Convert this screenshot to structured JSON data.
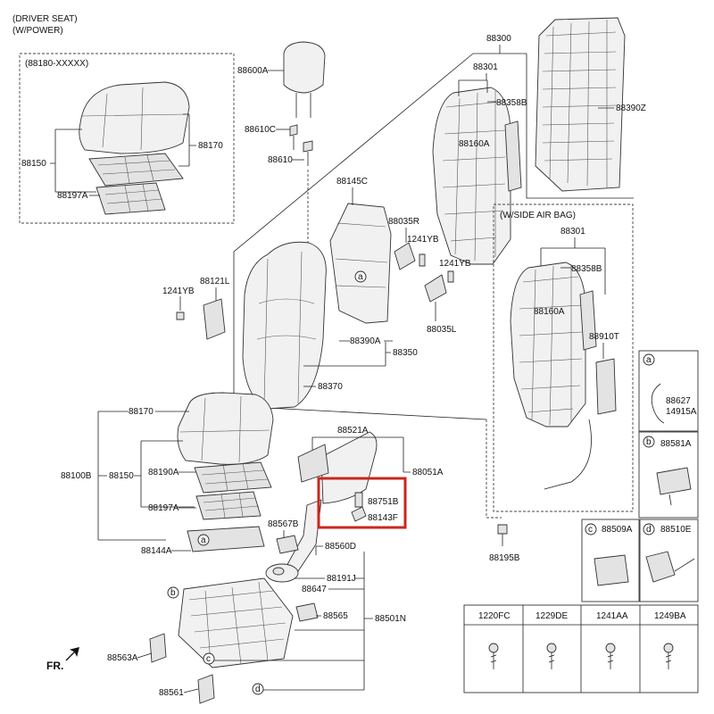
{
  "header": {
    "line1": "(DRIVER SEAT)",
    "line2": "(W/POWER)"
  },
  "inset_boxes": {
    "cushion_variant": "(88180-XXXXX)",
    "side_airbag": "(W/SIDE AIR BAG)"
  },
  "parts": {
    "p88300": "88300",
    "p88301": "88301",
    "p88358B": "88358B",
    "p88160A": "88160A",
    "p88390Z": "88390Z",
    "p88600A": "88600A",
    "p88610C": "88610C",
    "p88610": "88610",
    "p88170_top": "88170",
    "p88150_top": "88150",
    "p88197A_top": "88197A",
    "p88145C": "88145C",
    "p88035R": "88035R",
    "p1241YB_a": "1241YB",
    "p1241YB_b": "1241YB",
    "p88035L": "88035L",
    "p88121L": "88121L",
    "p1241YB_c": "1241YB",
    "p88390A": "88390A",
    "p88350": "88350",
    "p88370": "88370",
    "p88301_sab": "88301",
    "p88358B_sab": "88358B",
    "p88160A_sab": "88160A",
    "p88910T": "88910T",
    "p88170_mid": "88170",
    "p88100B": "88100B",
    "p88150_mid": "88150",
    "p88190A": "88190A",
    "p88197A_mid": "88197A",
    "p88521A": "88521A",
    "p88051A": "88051A",
    "p88751B": "88751B",
    "p88143F": "88143F",
    "p88567B": "88567B",
    "p88560D": "88560D",
    "p88144A": "88144A",
    "p88191J": "88191J",
    "p88647": "88647",
    "p88565": "88565",
    "p88501N": "88501N",
    "p88563A": "88563A",
    "p88561": "88561",
    "p88195B": "88195B"
  },
  "callouts": {
    "a": "a",
    "b": "b",
    "c": "c",
    "d": "d"
  },
  "side_panels": {
    "a_parts": [
      "88627",
      "14915A"
    ],
    "b_part": "88581A",
    "c_part": "88509A",
    "d_part": "88510E"
  },
  "fasteners": [
    "1220FC",
    "1229DE",
    "1241AA",
    "1249BA"
  ],
  "front_mark": "FR.",
  "colors": {
    "highlight": "#c8281e",
    "line": "#222222"
  }
}
